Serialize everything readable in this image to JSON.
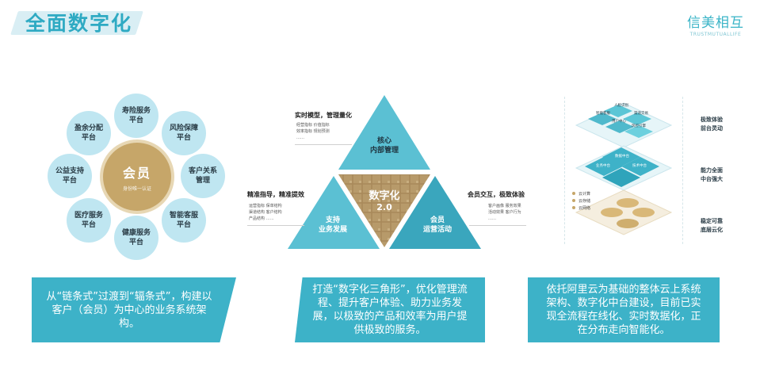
{
  "header": {
    "title": "全面数字化",
    "logo_cn": "信美相互",
    "logo_en": "TRUSTMUTUALLIFE"
  },
  "panel_member": {
    "center_title": "会员",
    "center_sub": "身份唯一认证",
    "petals": [
      "寿险服务\n平台",
      "风险保障\n平台",
      "客户关系\n管理",
      "智能客服\n平台",
      "健康服务\n平台",
      "医疗服务\n平台",
      "公益支持\n平台",
      "盈余分配\n平台"
    ],
    "caption": "从“链条式”过渡到“辐条式”，构建以客户（会员）为中心的业务系统架构。"
  },
  "panel_triangle": {
    "top_label": "核心\n内部管理",
    "center_label": "数字化",
    "center_version": "2.0",
    "left_label": "支持\n业务发展",
    "right_label": "会员\n运营活动",
    "top_note_head": "实时模型，管理量化",
    "top_note_text": "经营指标  价值指标\n效率指标  规划预测\n……",
    "left_note_head": "精准指导，精准提效",
    "left_note_text": "运营指标  保单结构\n渠道结构  客户结构\n产品结构  ……",
    "right_note_head": "会员交互，极致体验",
    "right_note_text": "客户画像  服务效果\n活动效果  客户行为\n……",
    "caption": "打造“数字化三角形”，优化管理流程、提升客户体验、助力业务发展，以极致的产品和效率为用户提供极致的服务。"
  },
  "panel_cloud": {
    "layers": [
      "极致体验\n前台灵动",
      "能力全面\n中台强大",
      "稳定可靠\n底层云化"
    ],
    "front_tags": [
      "人脸识别",
      "智能客服",
      "用户中心",
      "渠道交易",
      "风控引擎"
    ],
    "mid_tags": [
      "数据中台",
      "业务中台",
      "技术中台"
    ],
    "legend": [
      "云计算",
      "云存储",
      "云网络"
    ],
    "caption": "依托阿里云为基础的整体云上系统架构、数字化中台建设，目前已实现全流程在线化、实时数据化，正在分布走向智能化。"
  },
  "colors": {
    "accent": "#3db2c8",
    "petal": "#bfe6f1",
    "gold": "#c6a669",
    "triangle_light": "#5bc0d3",
    "triangle_dark": "#3aa6bd"
  }
}
